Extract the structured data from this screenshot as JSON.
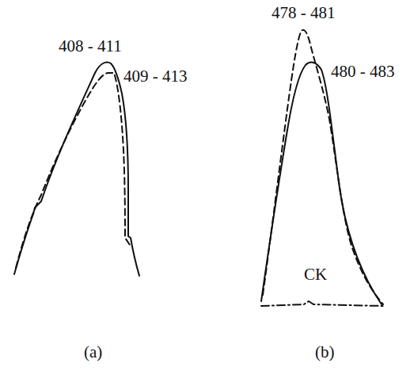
{
  "diagram": {
    "labels": [
      "408 - 411",
      "409 - 413",
      "478 - 481",
      "480 - 483",
      "CK",
      "(a)",
      "(b)"
    ]
  }
}
